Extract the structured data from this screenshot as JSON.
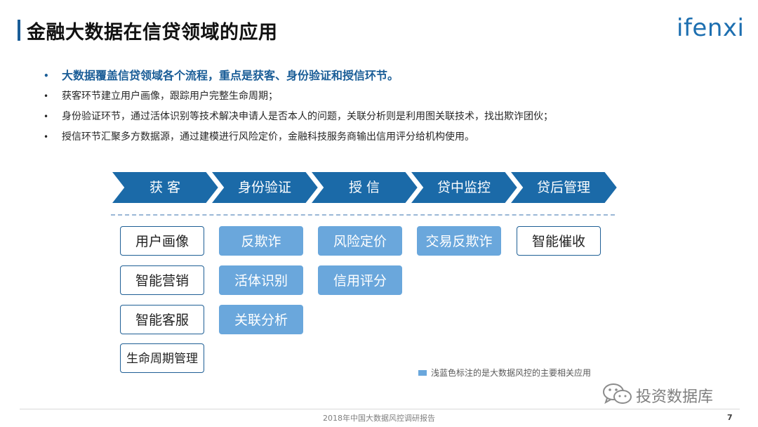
{
  "header": {
    "title": "金融大数据在信贷领域的应用",
    "logo": "ifenxi"
  },
  "bullets": [
    "大数据覆盖信贷领域各个流程，重点是获客、身份验证和授信环节。",
    "获客环节建立用户画像，跟踪用户完整生命周期；",
    "身份验证环节，通过活体识别等技术解决申请人是否本人的问题，关联分析则是利用图关联技术，找出欺诈团伙；",
    "授信环节汇聚多方数据源，通过建模进行风险定价，金融科技服务商输出信用评分给机构使用。"
  ],
  "bullet_glyph": "•",
  "process_steps": [
    "获 客",
    "身份验证",
    "授 信",
    "贷中监控",
    "贷后管理"
  ],
  "process_color": "#1b6aa8",
  "highlight_color": "#6aa7dc",
  "columns": [
    [
      {
        "label": "用户画像",
        "highlight": false
      },
      {
        "label": "智能营销",
        "highlight": false
      },
      {
        "label": "智能客服",
        "highlight": false
      },
      {
        "label": "生命周期管理",
        "highlight": false
      }
    ],
    [
      {
        "label": "反欺诈",
        "highlight": true
      },
      {
        "label": "活体识别",
        "highlight": true
      },
      {
        "label": "关联分析",
        "highlight": true
      }
    ],
    [
      {
        "label": "风险定价",
        "highlight": true
      },
      {
        "label": "信用评分",
        "highlight": true
      }
    ],
    [
      {
        "label": "交易反欺诈",
        "highlight": true
      }
    ],
    [
      {
        "label": "智能催收",
        "highlight": false
      }
    ]
  ],
  "legend": {
    "text": "浅蓝色标注的是大数据风控的主要相关应用"
  },
  "watermark": {
    "text": "投资数据库",
    "icon": "wechat-icon"
  },
  "footer": {
    "text": "2018年中国大数据风控调研报告",
    "page": "7"
  }
}
